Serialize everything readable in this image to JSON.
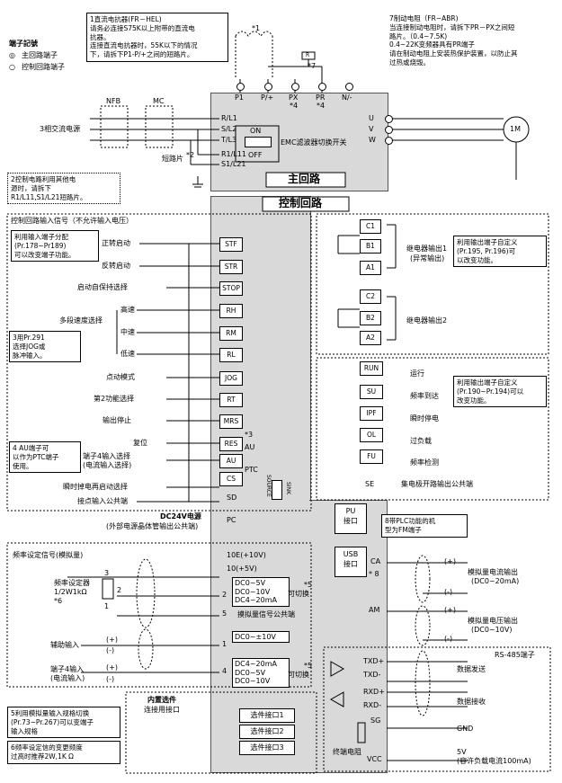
{
  "legend": {
    "title": "端子記號",
    "main": "主回路端子",
    "control": "控制回路端子"
  },
  "note1": [
    "1直流电抗器(FR－HEL)",
    "请务必连接S75K以上附带的直流电",
    "抗器。",
    "连接直流电抗器时，55K以下的情况",
    "下，请拆下P1-P/+之间的短路片。"
  ],
  "note7": [
    "7制动电阻（FR−ABR)",
    "当连接制动电阻时，请拆下PR－PX之间短",
    "路片。（0.4~7.5K)",
    "0.4~22K变频器具有PR端子",
    "请在制动电阻上安装热保护装置，以防止其",
    "过热或烧毁。"
  ],
  "note2": [
    "2控制电路利用其他电",
    "源时，请拆下",
    "R1/L11,S1/L21短路片。"
  ],
  "note3": [
    "3用Pr.291",
    "选择JOG或",
    "脉冲输入。"
  ],
  "note4": [
    "4 AU端子可",
    "以作为PTC端子",
    "使用。"
  ],
  "note5": [
    "5利用模拟量输入规格切换",
    "(Pr.73~Pr.267)可以变端子",
    "输入规格"
  ],
  "note6": [
    "6频率设定信的变更频度",
    "过高时推荐2W,1K Ω"
  ],
  "note8": [
    "8带PLC功能的机",
    "型为FM端子"
  ],
  "main_labels": {
    "three_phase": "3相交流电源",
    "nfb": "NFB",
    "mc": "MC",
    "short": "短路片",
    "star2": "*2",
    "main_circuit": "主回路",
    "control_circuit": "控制回路",
    "emc": "EMC滤波器切换开关",
    "on": "ON",
    "off": "OFF",
    "motor": "1M",
    "r_label": "R",
    "star7": "*7",
    "star1": "*1"
  },
  "top_terms": [
    {
      "t": "P1",
      "s": ""
    },
    {
      "t": "P/+",
      "s": ""
    },
    {
      "t": "PX",
      "s": "*4"
    },
    {
      "t": "PR",
      "s": "*4"
    },
    {
      "t": "N/-",
      "s": ""
    }
  ],
  "in_terms": [
    "R/L1",
    "S/L2",
    "T/L3",
    "R1/L11",
    "S1/L21"
  ],
  "out_terms": [
    "U",
    "V",
    "W"
  ],
  "ctrl_header": "控制回路输入信号（不允许输入电压）",
  "ctrl_note": [
    "利用输入端子分配",
    "(Pr.178~Pr189)",
    "可以改变端子功能。"
  ],
  "inputs": [
    {
      "label": "正转启动",
      "term": "STF"
    },
    {
      "label": "反转启动",
      "term": "STR"
    },
    {
      "label": "启动自保持选择",
      "term": "STOP"
    },
    {
      "label": "高速",
      "term": "RH"
    },
    {
      "label": "中速",
      "term": "RM"
    },
    {
      "label": "低速",
      "term": "RL"
    },
    {
      "label": "点动模式",
      "term": "JOG"
    },
    {
      "label": "第2功能选择",
      "term": "RT"
    },
    {
      "label": "输出停止",
      "term": "MRS"
    },
    {
      "label": "复位",
      "term": "RES"
    },
    {
      "label": "端子4输入选择",
      "term": "AU"
    },
    {
      "label": "瞬时掉电再启动选择",
      "term": "CS"
    }
  ],
  "multi_speed": "多段速度选择",
  "au_sub": "(电流输入选择)",
  "star3": "*3",
  "ptc": "PTC",
  "au_small": "AU",
  "sink": "SINK",
  "source": "SOURCE",
  "sd": "SD",
  "pc": "PC",
  "contact_common": "接点输入公共端",
  "dc24": "DC24V电源",
  "dc24_sub": "(外部电源晶体管输出公共端)",
  "relay_terms": [
    "C1",
    "B1",
    "A1",
    "C2",
    "B2",
    "A2"
  ],
  "relay1": [
    "继电器输出1",
    "(异常输出)"
  ],
  "relay2": "继电器输出2",
  "relay_note": [
    "利用输出端子自定义",
    "(Pr.195, Pr.196)可",
    "以改变功能。"
  ],
  "out_sig": [
    {
      "term": "RUN",
      "label": "运行"
    },
    {
      "term": "SU",
      "label": "频率到达"
    },
    {
      "term": "IPF",
      "label": "瞬时停电"
    },
    {
      "term": "OL",
      "label": "过负载"
    },
    {
      "term": "FU",
      "label": "频率检测"
    },
    {
      "term": "SE",
      "label": "集电极开路输出公共端"
    }
  ],
  "out_note": [
    "利用输出端子自定义",
    "(Pr.190~Pr.194)可以",
    "改变功能。"
  ],
  "pu": [
    "PU",
    "接口"
  ],
  "usb": [
    "USB",
    "接口"
  ],
  "analog_title": "频率设定信号(模拟量)",
  "pot": [
    "频率设定器",
    "1/2W1kΩ",
    "*6"
  ],
  "pot_pins": [
    "3",
    "2",
    "1"
  ],
  "analog_terms": [
    "10E(+10V)",
    "10(+5V)",
    "2",
    "5",
    "1",
    "4"
  ],
  "t2_box": [
    "DC0~5V",
    "DC0~10V",
    "DC4~20mA"
  ],
  "can_switch": "可切换",
  "star5": "*5",
  "analog_common": "摸拟量信号公共端",
  "t1_box": "DC0~±10V",
  "t4_box": [
    "DC4~20mA",
    "DC0~5V",
    "DC0~10V"
  ],
  "aux": "辅助输入",
  "plus": "(+)",
  "minus": "(-)",
  "t4in": [
    "端子4输入",
    "(电流输入)"
  ],
  "ca": "CA",
  "am": "AM",
  "star8": "* 8",
  "ca_label": [
    "模拟量电流输出",
    "(DC0~20mA)"
  ],
  "am_label": [
    "模拟量电压输出",
    "(DC0~10V)"
  ],
  "option_title": [
    "内置选件",
    "连接用接口"
  ],
  "options": [
    "选件接口1",
    "选件接口2",
    "选件接口3"
  ],
  "rs485": "RS-485端子",
  "rs_terms": [
    "TXD+",
    "TXD-",
    "RXD+",
    "RXD-",
    "SG",
    "VCC"
  ],
  "send": "数据发送",
  "recv": "数据接收",
  "gnd": "GND",
  "vcc_label": [
    "5V",
    "(容许负载电流100mA)"
  ],
  "term_res": "终端电阻"
}
